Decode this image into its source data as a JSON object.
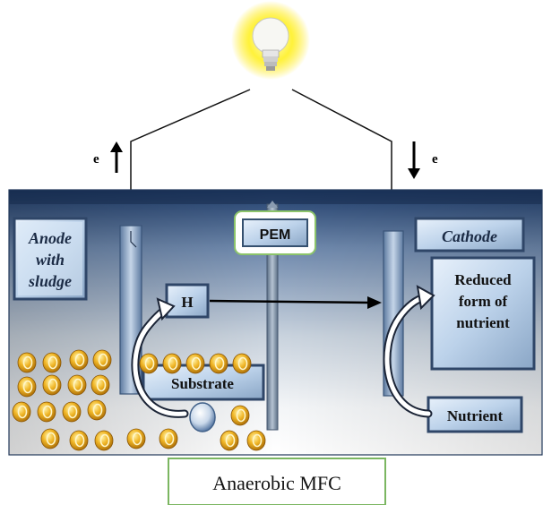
{
  "diagram": {
    "electron_left": "e",
    "electron_right": "e",
    "anode_label": [
      "Anode",
      "with",
      "sludge"
    ],
    "pem_label": "PEM",
    "cathode_label": "Cathode",
    "proton_label": "H",
    "substrate_label": "Substrate",
    "reduced_label": [
      "Reduced",
      "form of",
      "nutrient"
    ],
    "nutrient_label": "Nutrient",
    "caption": "Anaerobic MFC"
  },
  "colors": {
    "tank_top": "#2a4a78",
    "tank_mid": "#aab9cc",
    "tank_bottom": "#ffffff",
    "box_fill": "#cfe0f3",
    "box_edge": "#3a5478",
    "electrode": "#8fa8c5",
    "bacteria": "#e2a81a",
    "bulb_glow": "#ffe600",
    "caption_border": "#7bb661"
  }
}
